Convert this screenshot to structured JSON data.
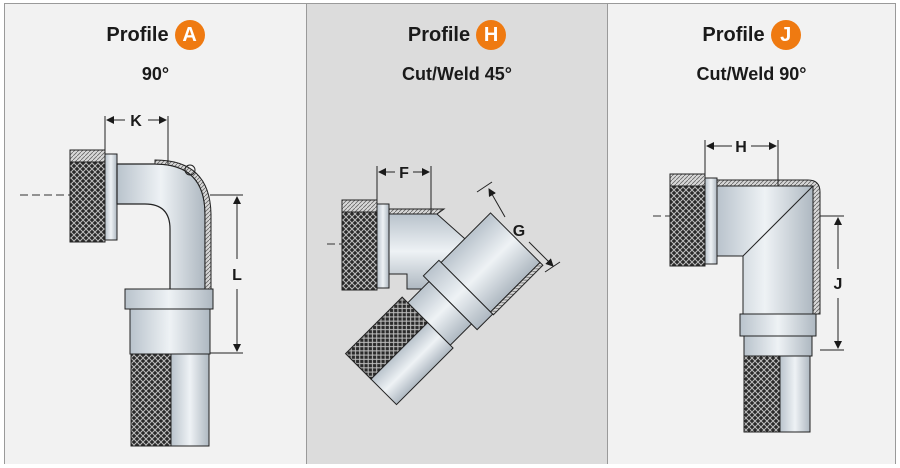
{
  "panels": [
    {
      "label": "Profile",
      "letter": "A",
      "subtitle": "90°",
      "dims": [
        "K",
        "L"
      ]
    },
    {
      "label": "Profile",
      "letter": "H",
      "subtitle": "Cut/Weld 45°",
      "dims": [
        "F",
        "G"
      ]
    },
    {
      "label": "Profile",
      "letter": "J",
      "subtitle": "Cut/Weld 90°",
      "dims": [
        "H",
        "J"
      ]
    }
  ],
  "colors": {
    "accent": "#ef7a11",
    "shaded_panel": "#dcdcdc",
    "panel": "#f2f2f2"
  }
}
